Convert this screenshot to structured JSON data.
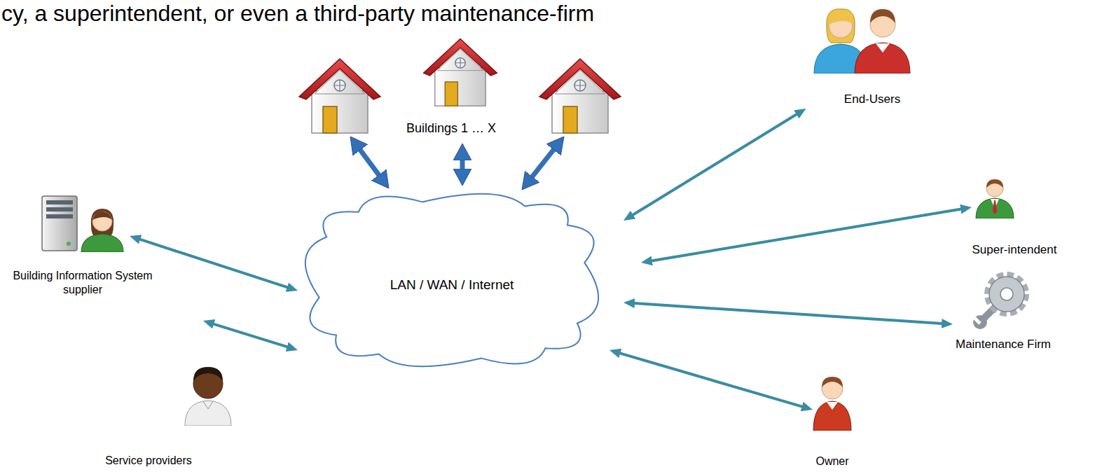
{
  "diagram": {
    "nodes": [
      {
        "text": [
          "Buildings 1 … X"
        ]
      },
      {
        "text": [
          "End-Users"
        ]
      },
      {
        "text": [
          "Building Information System supplier"
        ]
      },
      {
        "text": [
          "LAN / WAN / Internet"
        ]
      },
      {
        "text": [
          "Super-intendent"
        ]
      },
      {
        "text": [
          "Maintenance Firm"
        ]
      },
      {
        "text": [
          "Service providers"
        ]
      },
      {
        "text": [
          "Owner"
        ]
      }
    ],
    "edges": [
      {
        "from": 0,
        "to": 3,
        "arrow": "both"
      },
      {
        "from": 0,
        "to": 3,
        "arrow": "both"
      },
      {
        "from": 0,
        "to": 3,
        "arrow": "both"
      },
      {
        "from": 3,
        "to": 1,
        "arrow": "both"
      },
      {
        "from": 3,
        "to": 2,
        "arrow": "both"
      },
      {
        "from": 3,
        "to": 4,
        "arrow": "both"
      },
      {
        "from": 3,
        "to": 5,
        "arrow": "both"
      },
      {
        "from": 3,
        "to": 6,
        "arrow": "both"
      },
      {
        "from": 3,
        "to": 7,
        "arrow": "both"
      }
    ],
    "labels": [
      "cy, a superintendent, or even a third-party maintenance-firm"
    ]
  }
}
